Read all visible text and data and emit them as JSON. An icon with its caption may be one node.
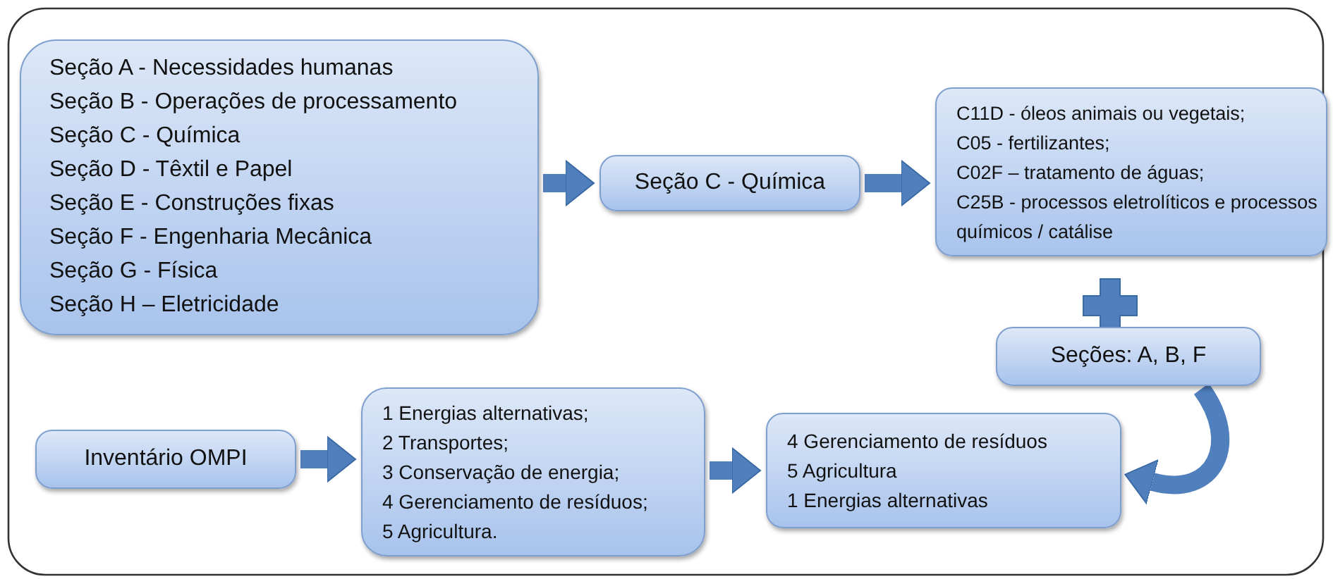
{
  "diagram": {
    "nodes": [
      {
        "text": [
          "Seção A - Necessidades humanas",
          "Seção B - Operações de processamento",
          "Seção C - Química",
          "Seção D - Têxtil e Papel",
          "Seção E - Construções fixas",
          "Seção F - Engenharia Mecânica",
          "Seção G - Física",
          "Seção H – Eletricidade"
        ]
      },
      {
        "text": [
          "Seção C - Química"
        ]
      },
      {
        "text": [
          "C11D - óleos animais ou vegetais;",
          "C05 - fertilizantes;",
          "C02F – tratamento de águas;",
          "C25B - processos eletrolíticos e processos químicos / catálise"
        ]
      },
      {
        "text": [
          "Seções: A, B, F"
        ]
      },
      {
        "text": [
          "Inventário OMPI"
        ]
      },
      {
        "text": [
          "1 Energias alternativas;",
          "2 Transportes;",
          "3 Conservação de energia;",
          "4 Gerenciamento de resíduos;",
          "5  Agricultura."
        ]
      },
      {
        "text": [
          "4 Gerenciamento de resíduos",
          "5  Agricultura",
          "1 Energias alternativas"
        ]
      }
    ],
    "edges": [
      {
        "from": 0,
        "to": 1,
        "arrow": "to"
      },
      {
        "from": 1,
        "to": 2,
        "arrow": "to"
      },
      {
        "from": 4,
        "to": 5,
        "arrow": "to"
      },
      {
        "from": 5,
        "to": 6,
        "arrow": "to"
      },
      {
        "from": 3,
        "to": 6,
        "arrow": "to"
      }
    ]
  }
}
